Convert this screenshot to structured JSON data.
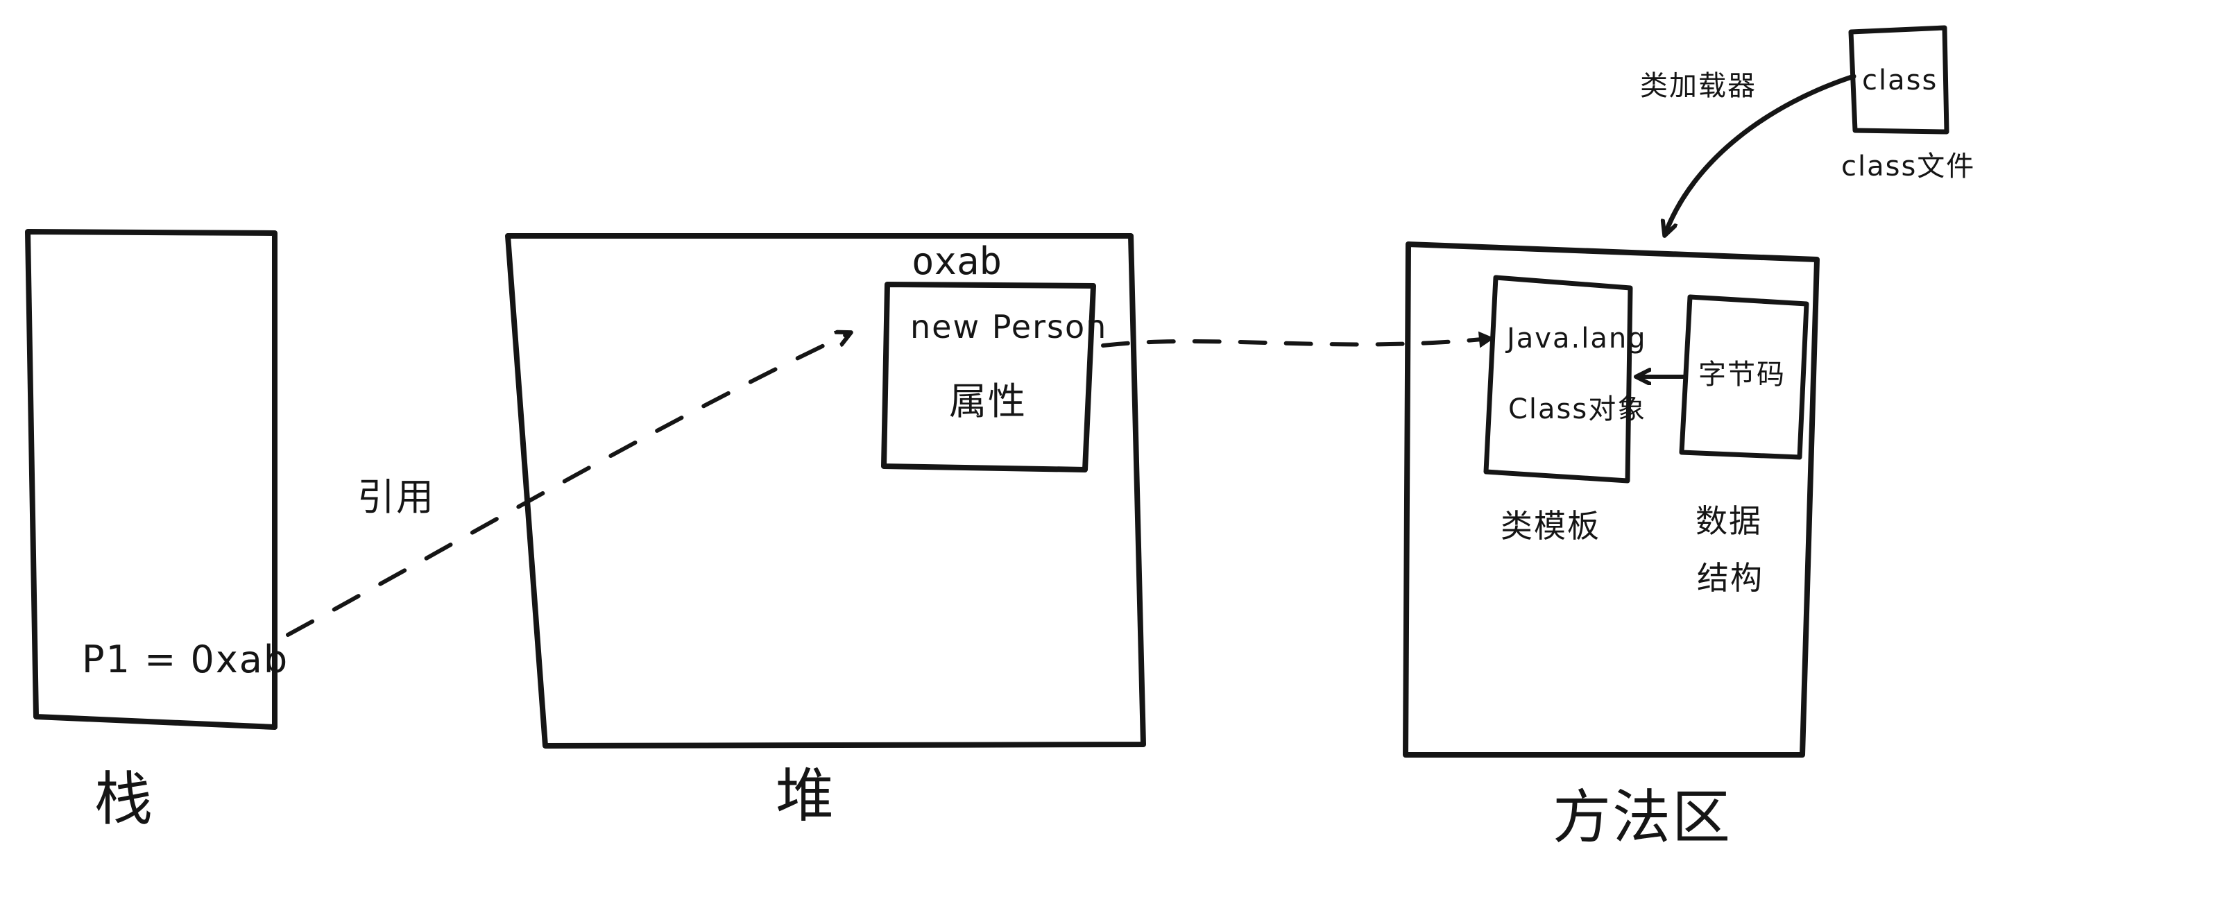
{
  "colors": {
    "ink": "#151515",
    "paper": "#ffffff"
  },
  "regions": {
    "stack": {
      "label": "栈",
      "content": "P1 = 0xab"
    },
    "heap": {
      "label": "堆",
      "address": "oxab",
      "object_title": "new Person",
      "object_attr": "属性"
    },
    "method_area": {
      "label": "方法区",
      "class_object_line1": "Java.lang",
      "class_object_line2": "Class对象",
      "class_template_label": "类模板",
      "bytecode": "字节码",
      "data_structure_label_line1": "数据",
      "data_structure_label_line2": "结构"
    }
  },
  "class_file": {
    "box_text": "class",
    "caption": "class文件",
    "loader_label": "类加载器"
  },
  "connections": {
    "reference_label": "引用"
  }
}
